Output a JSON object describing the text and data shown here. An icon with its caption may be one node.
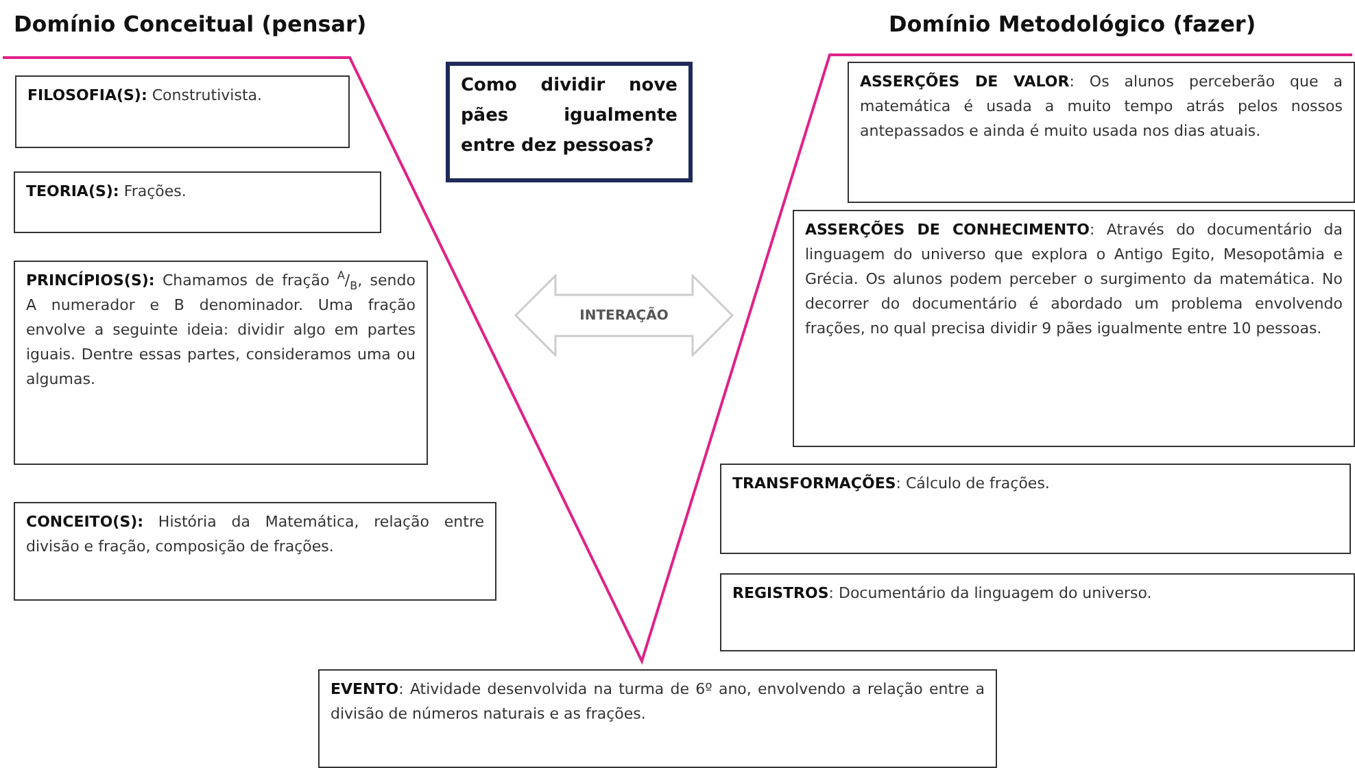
{
  "diagram": {
    "nodes": [
      {
        "text": [
          "**FILOSOFIA(S):** Construtivista."
        ]
      },
      {
        "text": [
          "**TEORIA(S):** Frações."
        ]
      },
      {
        "text": [
          "**PRINCÍPIOS(S):** Chamamos de fração $^{A}$/$_{B}$, sendo A numerador e B denominador. Uma fração envolve a seguinte ideia: dividir algo em partes iguais. Dentre essas partes, consideramos uma ou algumas."
        ]
      },
      {
        "text": [
          "**CONCEITO(S):** História da Matemática, relação entre divisão e fração, composição de frações."
        ]
      },
      {
        "text": [
          "Como dividir nove pães igualmente entre dez pessoas?"
        ]
      },
      {
        "text": [
          "INTERAÇÃO"
        ]
      },
      {
        "text": [
          "**ASSERÇÕES DE VALOR**: Os alunos perceberão que a matemática é usada a muito tempo atrás pelos nossos antepassados e ainda é muito usada nos dias atuais."
        ]
      },
      {
        "text": [
          "**ASSERÇÕES DE CONHECIMENTO**: Através do documentário da linguagem do universo que explora o Antigo Egito, Mesopotâmia e Grécia. Os alunos podem perceber o surgimento da matemática. No decorrer do documentário é abordado um problema envolvendo frações, no qual precisa dividir 9 pães igualmente entre 10 pessoas."
        ]
      },
      {
        "text": [
          "**TRANSFORMAÇÕES**: Cálculo de frações."
        ]
      },
      {
        "text": [
          "**REGISTROS**: Documentário da linguagem do universo."
        ]
      },
      {
        "text": [
          "**EVENTO**: Atividade desenvolvida na turma de 6º ano, envolvendo a relação entre a divisão de números naturais e as frações."
        ]
      }
    ],
    "edges": [],
    "labels": [
      "Domínio Conceitual (pensar)",
      "Domínio Metodológico (fazer)"
    ]
  }
}
